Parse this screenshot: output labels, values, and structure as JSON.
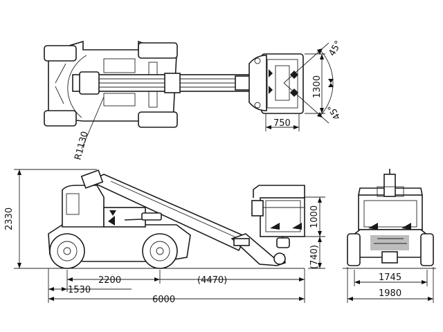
{
  "dimensions": {
    "width_2330": "2330",
    "basket_1000": "1000",
    "step_740": "(740)",
    "wheelbase_2200": "2200",
    "front_1530": "1530",
    "overhang_4470": "(4470)",
    "length_6000": "6000",
    "track_1745": "1745",
    "width_1980": "1980",
    "basket_1300": "1300",
    "basket_750": "750",
    "radius_r1130": "R1130",
    "angle_top": "45°",
    "angle_bottom": "45°"
  }
}
